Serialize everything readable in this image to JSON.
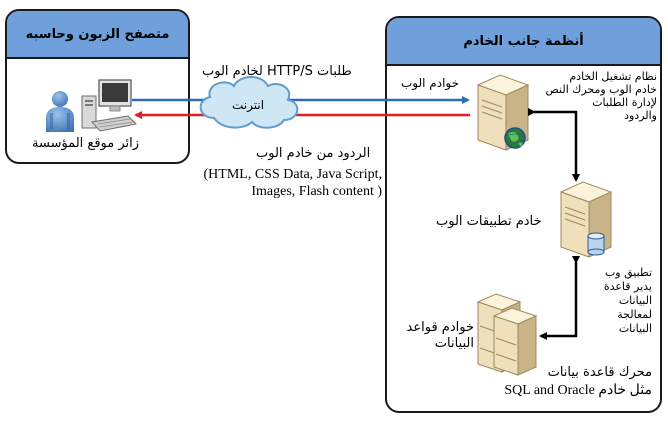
{
  "client": {
    "title": "متصفح الزبون وحاسبه",
    "visitor_label": "زائر موقع المؤسسة"
  },
  "server": {
    "title": "أنظمة جانب الخادم",
    "web_servers_label": "خوادم الوب",
    "os_note": [
      "نظام تشغيل الخادم",
      "خادم الوب ومحرك النص",
      "لإدارة الطلبات",
      "والردود"
    ],
    "app_server_label": "خادم تطبيقات الوب",
    "app_note": [
      "تطبيق وب",
      "يدير قاعدة",
      "البيانات",
      "لمعالجة",
      "البيانات"
    ],
    "db_servers_label": [
      "خوادم قواعد",
      "البيانات"
    ],
    "db_engine_note": [
      "محرك قاعدة بيانات",
      "مثل خادم SQL and Oracle"
    ]
  },
  "network": {
    "internet_label": "انترنت",
    "requests_label": "طلبات HTTP/S لخادم الوب",
    "responses_label": "الردود من خادم الوب",
    "responses_detail": [
      "(HTML, CSS Data, Java Script,",
      "Images, Flash content )"
    ]
  },
  "colors": {
    "header": "#6fa0dc",
    "request_line": "#2e6cb5",
    "response_line": "#e41e26",
    "cloud_fill": "#cfe6f5",
    "cloud_stroke": "#5e9dcc",
    "server_body": "#f1e3c2",
    "server_shade": "#c9b488"
  }
}
